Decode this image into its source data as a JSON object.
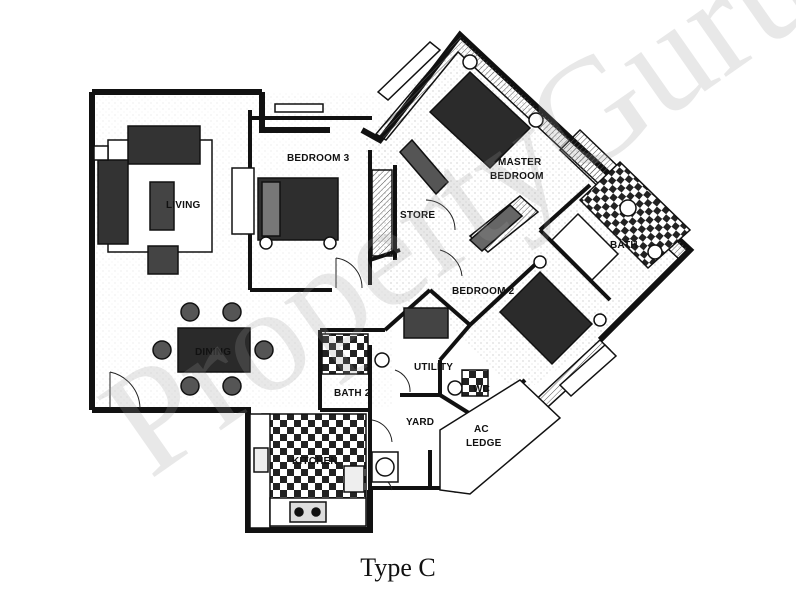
{
  "rooms": {
    "living": "LIVING",
    "dining": "DINING",
    "bedroom3": "BEDROOM 3",
    "store": "STORE",
    "master_bedroom_line1": "MASTER",
    "master_bedroom_line2": "BEDROOM",
    "bath": "BATH",
    "bedroom2": "BEDROOM 2",
    "utility": "UTILITY",
    "bath2": "BATH 2",
    "wc": "WC",
    "yard": "YARD",
    "ac_ledge_line1": "AC",
    "ac_ledge_line2": "LEDGE",
    "kitchen": "KITCHEN"
  },
  "caption": "Type C",
  "watermark": "PropertyGuru",
  "colors": {
    "wall": "#111111",
    "hatch": "#555555",
    "paper": "#ffffff"
  }
}
